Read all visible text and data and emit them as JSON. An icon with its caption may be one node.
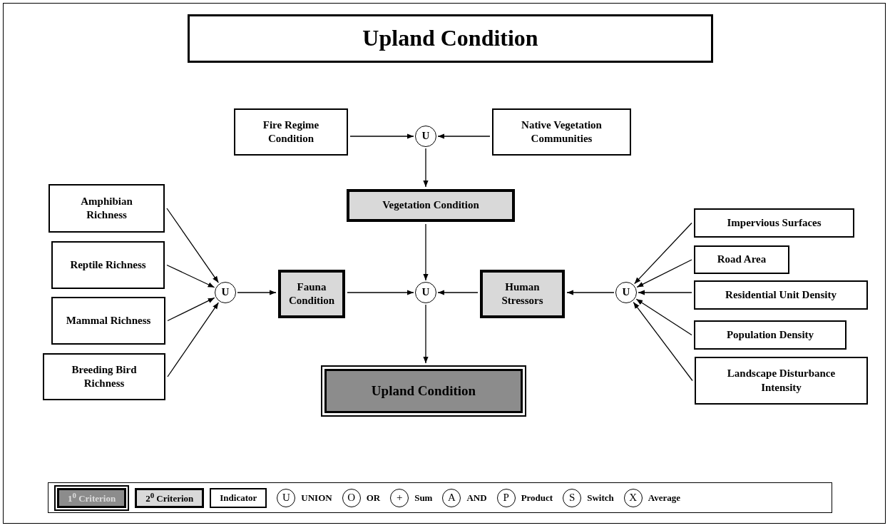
{
  "diagram": {
    "nodes": [
      {
        "text": [
          "Upland Condition"
        ]
      },
      {
        "text": [
          "Fire Regime Condition"
        ]
      },
      {
        "text": [
          "U"
        ]
      },
      {
        "text": [
          "Native Vegetation Communities"
        ]
      },
      {
        "text": [
          "Vegetation Condition"
        ]
      },
      {
        "text": [
          "Amphibian Richness"
        ]
      },
      {
        "text": [
          "Reptile Richness"
        ]
      },
      {
        "text": [
          "Mammal Richness"
        ]
      },
      {
        "text": [
          "Breeding Bird Richness"
        ]
      },
      {
        "text": [
          "U"
        ]
      },
      {
        "text": [
          "Fauna Condition"
        ]
      },
      {
        "text": [
          "U"
        ]
      },
      {
        "text": [
          "Human Stressors"
        ]
      },
      {
        "text": [
          "U"
        ]
      },
      {
        "text": [
          "Impervious Surfaces"
        ]
      },
      {
        "text": [
          "Road Area"
        ]
      },
      {
        "text": [
          "Residential Unit Density"
        ]
      },
      {
        "text": [
          "Population Density"
        ]
      },
      {
        "text": [
          "Landscape Disturbance Intensity"
        ]
      },
      {
        "text": [
          "Upland Condition"
        ]
      }
    ],
    "edges": [
      {
        "from": 1,
        "to": 2,
        "arrow": "to"
      },
      {
        "from": 3,
        "to": 2,
        "arrow": "to"
      },
      {
        "from": 2,
        "to": 4,
        "arrow": "to"
      },
      {
        "from": 5,
        "to": 9,
        "arrow": "to"
      },
      {
        "from": 6,
        "to": 9,
        "arrow": "to"
      },
      {
        "from": 7,
        "to": 9,
        "arrow": "to"
      },
      {
        "from": 8,
        "to": 9,
        "arrow": "to"
      },
      {
        "from": 9,
        "to": 10,
        "arrow": "to"
      },
      {
        "from": 4,
        "to": 11,
        "arrow": "to"
      },
      {
        "from": 10,
        "to": 11,
        "arrow": "to"
      },
      {
        "from": 12,
        "to": 11,
        "arrow": "to"
      },
      {
        "from": 14,
        "to": 13,
        "arrow": "to"
      },
      {
        "from": 15,
        "to": 13,
        "arrow": "to"
      },
      {
        "from": 16,
        "to": 13,
        "arrow": "to"
      },
      {
        "from": 17,
        "to": 13,
        "arrow": "to"
      },
      {
        "from": 18,
        "to": 13,
        "arrow": "to"
      },
      {
        "from": 13,
        "to": 12,
        "arrow": "to"
      },
      {
        "from": 11,
        "to": 19,
        "arrow": "to"
      }
    ],
    "labels": [
      "U",
      "O",
      "+",
      "A",
      "P",
      "S",
      "X"
    ],
    "legend": [
      {
        "text": "1$^{0}$ Criterion",
        "color": "#8c8c8c"
      },
      {
        "text": "2$^{0}$ Criterion",
        "color": "#d9d9d9"
      },
      {
        "text": "Indicator",
        "color": "#ffffff"
      },
      {
        "text": "UNION"
      },
      {
        "text": "OR"
      },
      {
        "text": "Sum"
      },
      {
        "text": "AND"
      },
      {
        "text": "Product"
      },
      {
        "text": "Switch"
      },
      {
        "text": "Average"
      }
    ]
  }
}
